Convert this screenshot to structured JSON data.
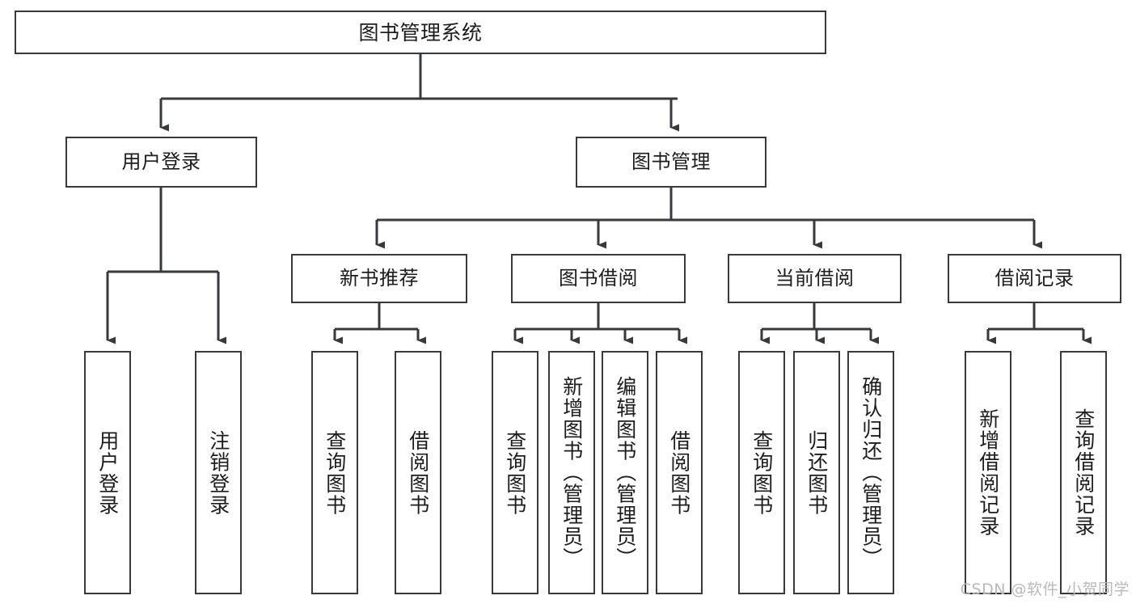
{
  "diagram": {
    "title": "图书管理系统",
    "type": "tree",
    "watermark": "CSDN @软件_小贺同学",
    "colors": {
      "box_border": "#36393d",
      "box_fill": "#ffffff",
      "edge": "#36393d",
      "text": "#1c1c1c",
      "watermark": "#b9b9b9",
      "background": "#ffffff"
    },
    "nodes": {
      "root": {
        "label": "图书管理系统"
      },
      "level2": [
        {
          "id": "user-login",
          "label": "用户登录"
        },
        {
          "id": "book-management",
          "label": "图书管理"
        }
      ],
      "level3": [
        {
          "id": "new-book-recommend",
          "label": "新书推荐"
        },
        {
          "id": "book-borrow",
          "label": "图书借阅"
        },
        {
          "id": "current-borrow",
          "label": "当前借阅"
        },
        {
          "id": "borrow-record",
          "label": "借阅记录"
        }
      ],
      "leaves": {
        "user_login": [
          {
            "id": "leaf-user-login",
            "label": "用户登录"
          },
          {
            "id": "leaf-logout-login",
            "label": "注销登录"
          }
        ],
        "new_book_recommend": [
          {
            "id": "leaf-query-book-1",
            "label": "查询图书"
          },
          {
            "id": "leaf-borrow-book-1",
            "label": "借阅图书"
          }
        ],
        "book_borrow": [
          {
            "id": "leaf-query-book-2",
            "label": "查询图书"
          },
          {
            "id": "leaf-add-book",
            "label": "新增图书（管理员）"
          },
          {
            "id": "leaf-edit-book",
            "label": "编辑图书（管理员）"
          },
          {
            "id": "leaf-borrow-book-2",
            "label": "借阅图书"
          }
        ],
        "current_borrow": [
          {
            "id": "leaf-query-book-3",
            "label": "查询图书"
          },
          {
            "id": "leaf-return-book",
            "label": "归还图书"
          },
          {
            "id": "leaf-confirm-return",
            "label": "确认归还（管理员）"
          }
        ],
        "borrow_record": [
          {
            "id": "leaf-add-record",
            "label": "新增借阅记录"
          },
          {
            "id": "leaf-query-record",
            "label": "查询借阅记录"
          }
        ]
      }
    }
  }
}
